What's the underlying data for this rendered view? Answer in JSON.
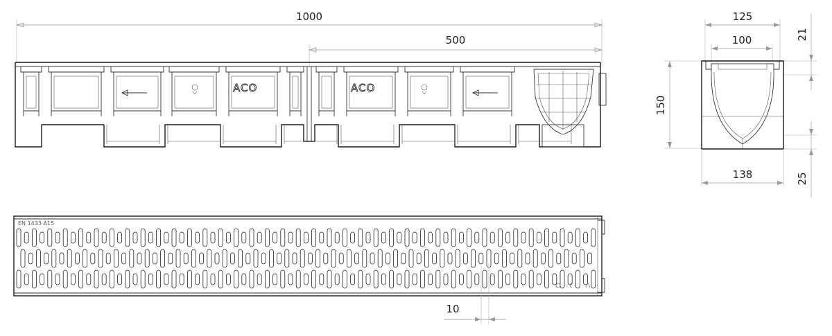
{
  "dimensions": {
    "total_length": "1000",
    "half_length": "500",
    "outer_width": "125",
    "inner_width": "100",
    "grate_depth": "21",
    "height": "150",
    "base_width": "138",
    "base_height": "25",
    "slot_width": "10"
  },
  "markings": {
    "standard": "EN 1433 A15",
    "brand": "ACO"
  },
  "colors": {
    "line": "#1a1a1a",
    "dimension": "#999999",
    "background": "#ffffff"
  }
}
